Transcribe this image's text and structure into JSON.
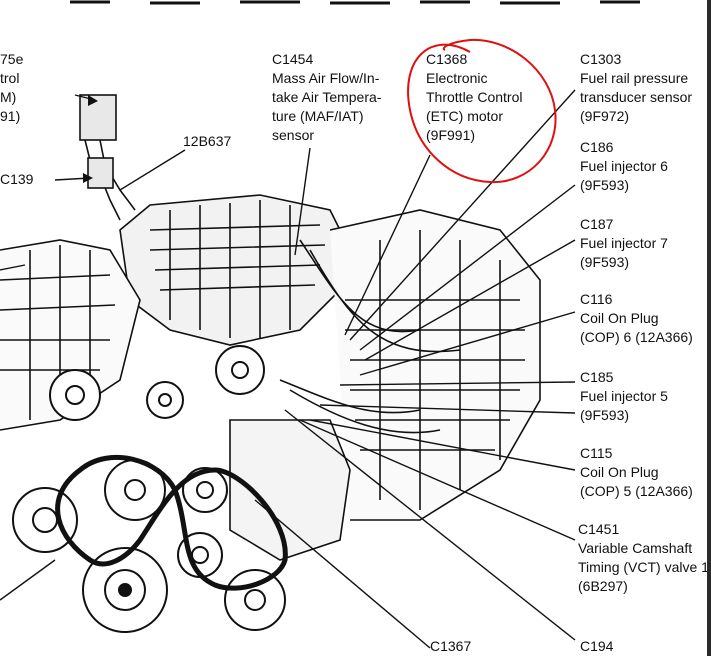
{
  "labels": {
    "c1454": {
      "id": "C1454",
      "lines": [
        "Mass Air Flow/In-",
        "take Air Tempera-",
        "ture (MAF/IAT)",
        "sensor"
      ]
    },
    "c1368": {
      "id": "C1368",
      "lines": [
        "Electronic",
        "Throttle Control",
        "(ETC) motor",
        "(9F991)"
      ]
    },
    "c1303": {
      "id": "C1303",
      "lines": [
        "Fuel rail pressure",
        "transducer sensor",
        "(9F972)"
      ]
    },
    "c186": {
      "id": "C186",
      "lines": [
        "Fuel injector 6",
        "(9F593)"
      ]
    },
    "c187": {
      "id": "C187",
      "lines": [
        "Fuel injector 7",
        "(9F593)"
      ]
    },
    "c116": {
      "id": "C116",
      "lines": [
        "Coil On Plug",
        "(COP) 6 (12A366)"
      ]
    },
    "c185": {
      "id": "C185",
      "lines": [
        "Fuel injector 5",
        "(9F593)"
      ]
    },
    "c115": {
      "id": "C115",
      "lines": [
        "Coil On Plug",
        "(COP) 5 (12A366)"
      ]
    },
    "c1451": {
      "id": "C1451",
      "lines": [
        "Variable Camshaft",
        "Timing (VCT) valve 1",
        "(6B297)"
      ]
    },
    "c1367": {
      "id": "C1367"
    },
    "c194": {
      "id": "C194"
    },
    "part_12b637": "12B637",
    "left_clipped": [
      "75e",
      "trol",
      "M)",
      "91)"
    ],
    "c139_clipped": "C139"
  },
  "colors": {
    "ink": "#111111",
    "highlight": "#e01010",
    "background": "#ffffff"
  }
}
